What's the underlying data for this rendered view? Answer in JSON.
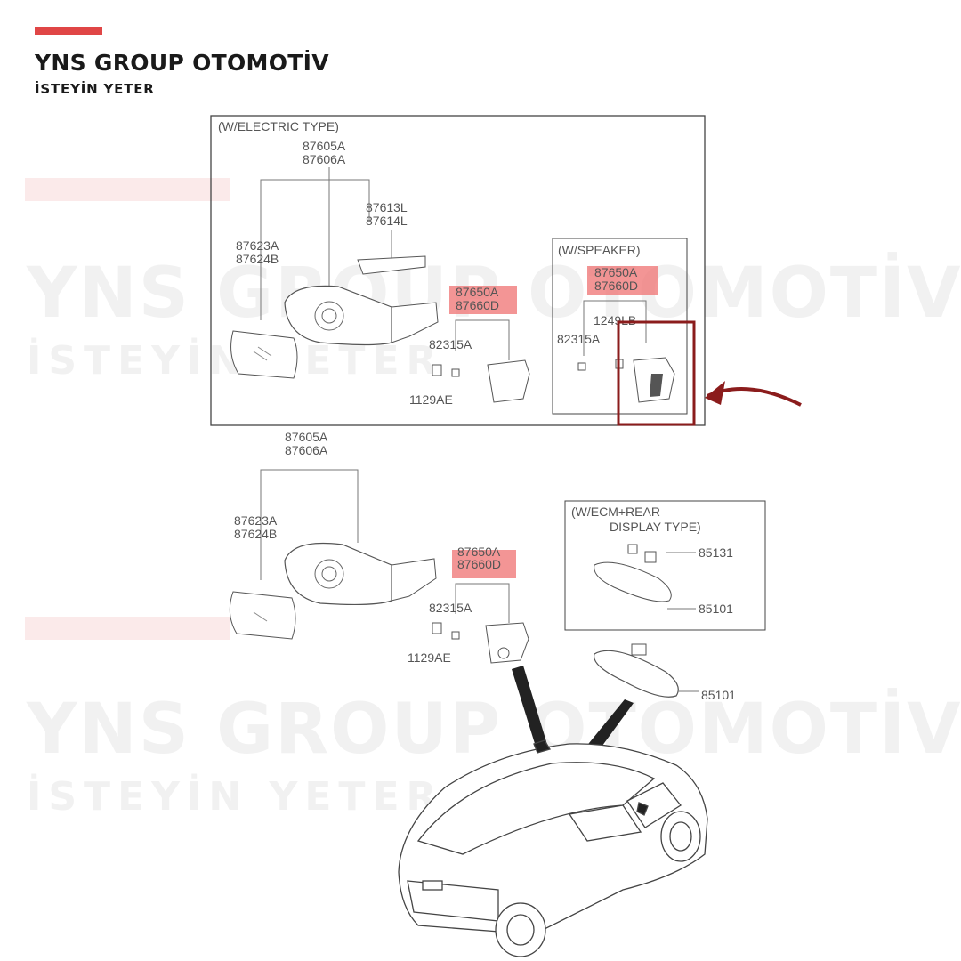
{
  "brand": {
    "title": "YNS GROUP OTOMOTİV",
    "subtitle": "İSTEYİN YETER",
    "accent_color": "#e04646"
  },
  "watermark": {
    "title": "YNS GROUP OTOMOTİV",
    "subtitle": "İSTEYİN YETER"
  },
  "diagram": {
    "electric_box": {
      "title": "(W/ELECTRIC TYPE)",
      "mirror_assy": [
        "87605A",
        "87606A"
      ],
      "garnish": [
        "87613L",
        "87614L"
      ],
      "glass": [
        "87623A",
        "87624B"
      ],
      "lamp": [
        "87650A",
        "87660D"
      ],
      "nut": "82315A",
      "screw": "1129AE"
    },
    "speaker_box": {
      "title": "(W/SPEAKER)",
      "lamp": [
        "87650A",
        "87660D"
      ],
      "clip": "1249LB",
      "nut": "82315A"
    },
    "standard": {
      "mirror_assy": [
        "87605A",
        "87606A"
      ],
      "glass": [
        "87623A",
        "87624B"
      ],
      "lamp": [
        "87650A",
        "87660D"
      ],
      "nut": "82315A",
      "screw": "1129AE"
    },
    "ecm_box": {
      "title_line1": "(W/ECM+REAR",
      "title_line2": "DISPLAY TYPE)",
      "cover": "85131",
      "mirror": "85101"
    },
    "inside_mirror": "85101",
    "highlight_color": "#f07a7a",
    "callout_color": "#8b1c1c"
  }
}
